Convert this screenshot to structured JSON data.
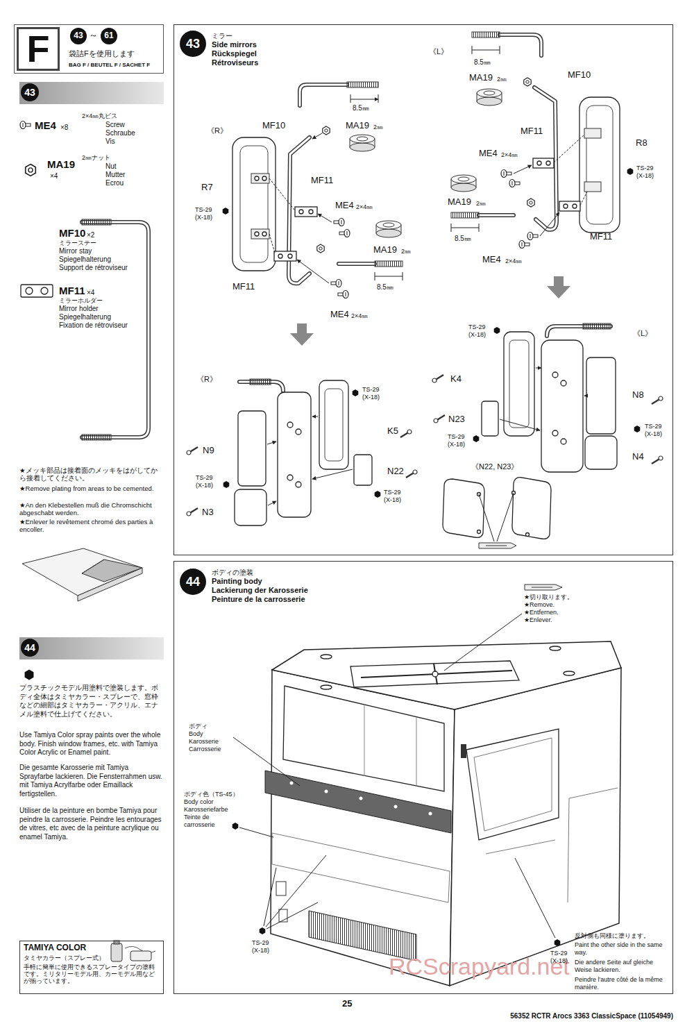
{
  "diagram": {
    "nodes": [
      {
        "text": [
          "F",
          "43",
          "～",
          "61",
          "袋詰Fを使用します",
          "BAG F / BEUTEL F / SACHET F"
        ]
      },
      {
        "text": [
          "43"
        ]
      },
      {
        "text": [
          "44"
        ]
      },
      {
        "text": [
          "43",
          "ミラー",
          "Side mirrors",
          "Rückspiegel",
          "Rétroviseurs"
        ]
      },
      {
        "text": [
          "44",
          "ボディの塗装",
          "Painting body",
          "Lackierung der Karosserie",
          "Peinture de la carrosserie"
        ]
      },
      {
        "text": [
          "TAMIYA COLOR",
          "タミヤカラー（スプレー式）",
          "手軽に簡単に使用できるスプレータイプの塗料です。ミリタリーモデル用、カーモデル用などが揃っています。"
        ]
      }
    ],
    "labels": [
      "ME4",
      "×8",
      "2×4㎜丸ビス",
      "Screw",
      "Schraube",
      "Vis",
      "MA19",
      "×4",
      "2㎜ナット",
      "Nut",
      "Mutter",
      "Ecrou",
      "MF10",
      "×2",
      "ミラーステー",
      "Mirror stay",
      "Spiegelhalterung",
      "Support de rétroviseur",
      "MF11",
      "×4",
      "ミラーホルダー",
      "Mirror holder",
      "Spiegelhalterung",
      "Fixation de rétroviseur",
      "★メッキ部品は接着面のメッキをはがしてから接着してください。",
      "★Remove plating from areas to be cemented.",
      "★An den Klebestellen muß die Chromschicht abgeschabt werden.",
      "★Enlever le revêtement chromé des parties à encoller.",
      "プラスチックモデル用塗料で塗装します。ボディ全体はタミヤカラー・スプレーで、窓枠などの細部はタミヤカラー・アクリル、エナメル塗料で仕上げてください。",
      "Use Tamiya Color spray paints over the whole body. Finish window frames, etc. with Tamiya Color Acrylic or Enamel paint.",
      "Die gesamte Karosserie mit Tamiya Sprayfarbe lackieren. Die Fensterrahmen usw. mit Tamiya Acrylfarbe oder Emaillack fertigstellen.",
      "Utiliser de la peinture en bombe Tamiya pour peindre la carrosserie. Peindre les entourages de vitres, etc avec de la peinture acrylique ou enamel Tamiya.",
      "《R》",
      "MF10",
      "MA19",
      "2㎜",
      "8.5㎜",
      "R7",
      "MF11",
      "TS-29 (X-18)",
      "ME4",
      "2×4㎜",
      "MA19",
      "2㎜",
      "8.5㎜",
      "MF11",
      "ME4",
      "2×4㎜",
      "《L》",
      "8.5㎜",
      "MA19",
      "2㎜",
      "MF10",
      "MF11",
      "R8",
      "ME4",
      "2×4㎜",
      "TS-29 (X-18)",
      "MA19",
      "2㎜",
      "8.5㎜",
      "MF11",
      "ME4",
      "2×4㎜",
      "《R》",
      "TS-29 (X-18)",
      "K5",
      "N9",
      "N22",
      "TS-29 (X-18)",
      "TS-29 (X-18)",
      "N3",
      "TS-29 (X-18)",
      "《L》",
      "K4",
      "N8",
      "N23",
      "TS-29 (X-18)",
      "TS-29 (X-18)",
      "N4",
      "《N22, N23》",
      "★切り取ります。",
      "★Remove.",
      "★Entfernen.",
      "★Enlever.",
      "ボディ",
      "Body",
      "Karosserie",
      "Carrosserie",
      "ボディ色（TS-45）",
      "Body color",
      "Karosseriefarbe",
      "Teinte de carrosserie",
      "TS-29 (X-18)",
      "TS-29 (X-18)",
      "反対側も同様に塗ります。",
      "Paint the other side in the same way.",
      "Die andere Seite auf gleiche Weise lackieren.",
      "Peindre l'autre côté de la même manière.",
      "25",
      "56352 RCTR Arocs 3363 ClassicSpace (11054949)",
      "RCScrapyard.net"
    ]
  }
}
